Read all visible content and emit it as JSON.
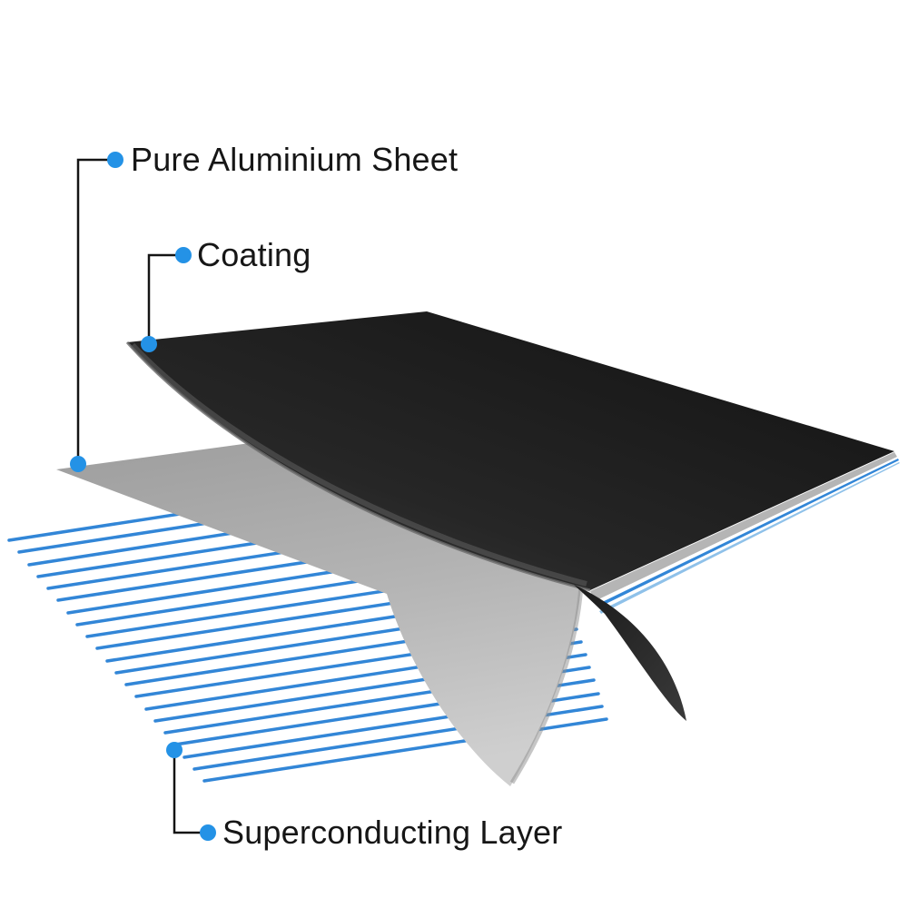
{
  "callouts": [
    {
      "id": "pure-aluminium-sheet",
      "label": "Pure Aluminium Sheet"
    },
    {
      "id": "coating",
      "label": "Coating"
    },
    {
      "id": "superconducting-layer",
      "label": "Superconducting Layer"
    }
  ],
  "colors": {
    "background": "#ffffff",
    "accent_blue": "#2492e6",
    "stripe_blue": "#3286d7",
    "stripe_blue_light": "#8fc1e9",
    "callout_line": "#141414",
    "label_text": "#161616",
    "coating_dark": "#1c1c1c",
    "aluminium_gray": "#b3b3b3"
  }
}
